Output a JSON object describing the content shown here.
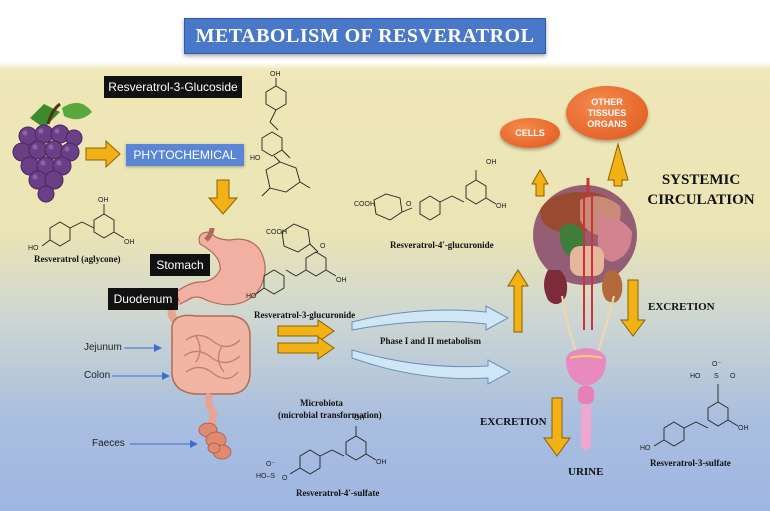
{
  "title": "METABOLISM OF RESVERATROL",
  "boxes": {
    "glucoside": "Resveratrol-3-Glucoside",
    "phytochemical": "PHYTOCHEMICAL",
    "stomach": "Stomach",
    "duodenum": "Duodenum"
  },
  "labels": {
    "aglycone": "Resveratrol (aglycone)",
    "glucuronide_4": "Resveratrol-4'-glucuronide",
    "glucuronide_3": "Resveratrol-3-glucuronide",
    "phase": "Phase I and II metabolism",
    "microbiota": "Microbiota",
    "microbial": "(microbial transformation)",
    "sulfate_4": "Resveratrol-4'-sulfate",
    "sulfate_3": "Resveratrol-3-sulfate",
    "jejunum": "Jejunum",
    "colon": "Colon",
    "faeces": "Faeces",
    "systemic_1": "SYSTEMIC",
    "systemic_2": "CIRCULATION",
    "excretion_right": "EXCRETION",
    "excretion_left": "EXCRETION",
    "urine": "URINE"
  },
  "ovals": {
    "cells": "CELLS",
    "other_1": "OTHER",
    "other_2": "TISSUES",
    "other_3": "ORGANS"
  },
  "chem": {
    "oh": "OH",
    "ho": "HO",
    "cooh": "COOH",
    "o": "O",
    "s": "S",
    "o_minus": "O⁻",
    "ho_s": "HO–S"
  },
  "colors": {
    "arrow_fill": "#f2b216",
    "arrow_stroke": "#8a6200",
    "title_bg": "#4a78c8",
    "oval": "#e8632a"
  }
}
